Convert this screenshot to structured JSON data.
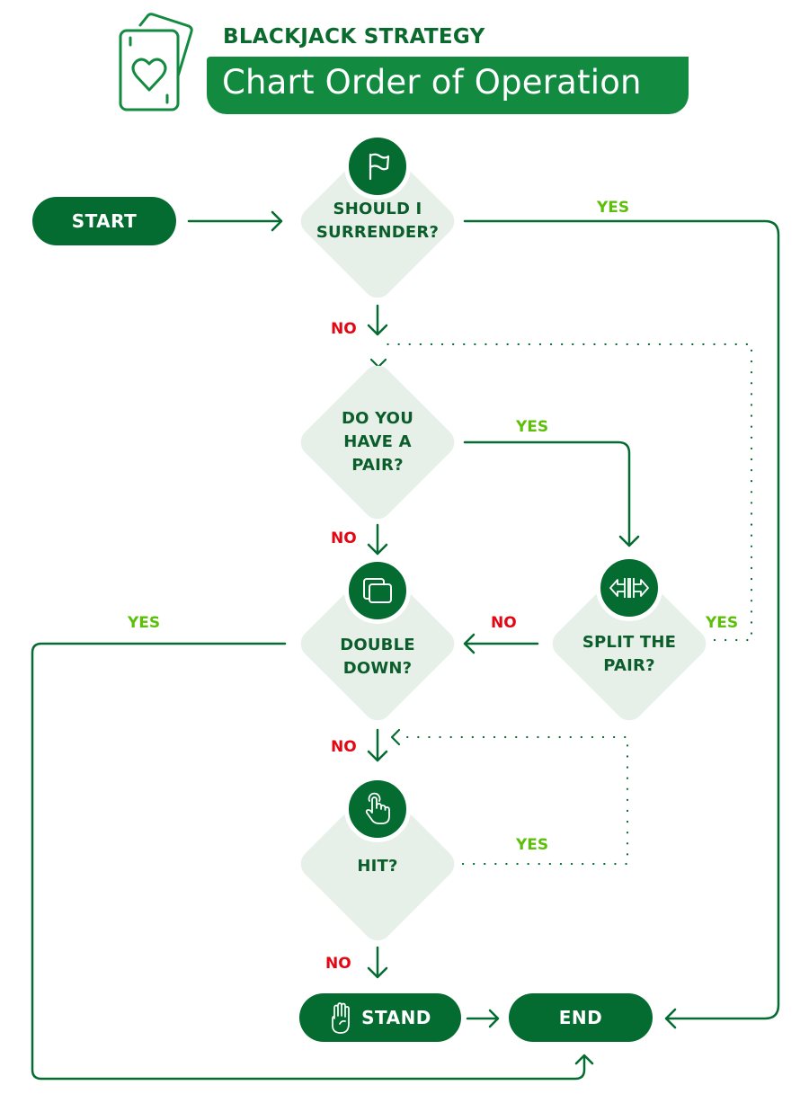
{
  "header": {
    "subtitle": "BLACKJACK STRATEGY",
    "title": "Chart Order of Operation",
    "logo_icon": "playing-cards-heart-icon"
  },
  "colors": {
    "primary_green": "#056c31",
    "banner_green": "#128a3f",
    "diamond_fill": "#e6f0e8",
    "yes_color": "#5cbf0a",
    "no_color": "#e30613",
    "text_green": "#0b5e2b"
  },
  "nodes": {
    "start": {
      "label": "START"
    },
    "surrender": {
      "lines": [
        "SHOULD I",
        "SURRENDER?"
      ],
      "icon": "flag-icon"
    },
    "pair": {
      "lines": [
        "DO YOU",
        "HAVE A",
        "PAIR?"
      ]
    },
    "double": {
      "lines": [
        "DOUBLE",
        "DOWN?"
      ],
      "icon": "double-cards-icon"
    },
    "split": {
      "lines": [
        "SPLIT THE",
        "PAIR?"
      ],
      "icon": "split-arrows-icon"
    },
    "hit": {
      "lines": [
        "HIT?"
      ],
      "icon": "tap-hand-icon"
    },
    "stand": {
      "label": "STAND",
      "icon": "raised-hand-icon"
    },
    "end": {
      "label": "END"
    }
  },
  "edges": [
    {
      "from": "start",
      "to": "surrender",
      "label": ""
    },
    {
      "from": "surrender",
      "to": "end",
      "label": "YES"
    },
    {
      "from": "surrender",
      "to": "pair",
      "label": "NO"
    },
    {
      "from": "pair",
      "to": "split",
      "label": "YES"
    },
    {
      "from": "pair",
      "to": "double",
      "label": "NO"
    },
    {
      "from": "split",
      "to": "pair",
      "label": "YES",
      "style": "dotted"
    },
    {
      "from": "split",
      "to": "double",
      "label": "NO"
    },
    {
      "from": "double",
      "to": "end",
      "label": "YES"
    },
    {
      "from": "double",
      "to": "hit",
      "label": "NO"
    },
    {
      "from": "hit",
      "to": "hit",
      "label": "YES",
      "style": "dotted"
    },
    {
      "from": "hit",
      "to": "stand",
      "label": "NO"
    },
    {
      "from": "stand",
      "to": "end",
      "label": ""
    }
  ],
  "labels": {
    "yes": "YES",
    "no": "NO"
  }
}
